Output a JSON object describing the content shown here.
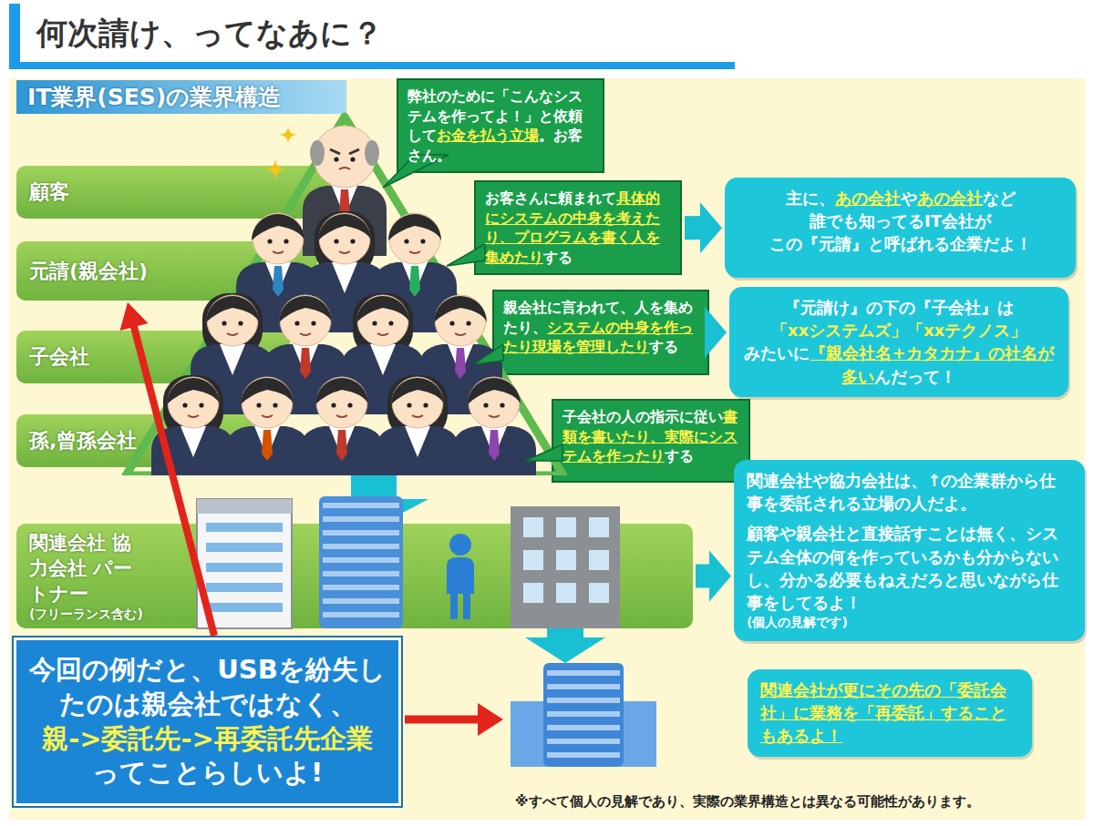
{
  "diagram": {
    "title": "何次請け、ってなあに？",
    "nodes": [
      {
        "text": [
          "IT業界(SES)の業界構造"
        ]
      },
      {
        "text": [
          "弊社のために「こんなシステムを作ってよ！」と依頼して",
          "お金を払う立場",
          "。お客さん。"
        ]
      },
      {
        "text": [
          "顧客"
        ]
      },
      {
        "text": [
          "お客さんに頼まれて",
          "具体的にシステムの中身を考えたり、プログラムを書く人を集めたり",
          "する"
        ]
      },
      {
        "text": [
          "主に、",
          "あの会社",
          "や",
          "あの会社",
          "など",
          "誰でも知ってるIT会社が",
          "この『元請』と呼ばれる企業だよ！"
        ]
      },
      {
        "text": [
          "元請(親会社)"
        ]
      },
      {
        "text": [
          "親会社に言われて、人を集めたり、",
          "システムの中身を作ったり現場を管理したり",
          "する"
        ]
      },
      {
        "text": [
          "『元請け』の下の『子会社』は",
          "「xxシステムズ」「xxテクノス」",
          "みたいに",
          "『親会社名+カタカナ』の社名が多い",
          "んだって！"
        ]
      },
      {
        "text": [
          "子会社"
        ]
      },
      {
        "text": [
          "孫,曾孫会社"
        ]
      },
      {
        "text": [
          "子会社の人の指示に従い",
          "書類を書いたり、実際にシステムを作ったり",
          "する"
        ]
      },
      {
        "text": [
          "関連会社 協力会社 パートナー",
          "(フリーランス含む)"
        ]
      },
      {
        "text": [
          "関連会社や協力会社は、↑の企業群から仕事を委託される立場の人だよ。",
          "顧客や親会社と直接話すことは無く、システム全体の何を作っているかも分からないし、分かる必要もねえだろと思いながら仕事をしてるよ！",
          "(個人の見解です)"
        ]
      },
      {
        "text": [
          "今回の例だと、USBを紛失したのは親会社ではなく、",
          "親->委託先->再委託先企業",
          "ってことらしいよ!"
        ]
      },
      {
        "text": [
          "関連会社が更にその先の「委託会社」に業務を「再委託」することもあるよ！"
        ]
      }
    ],
    "edges": [
      {
        "from": 3,
        "to": 4,
        "arrow": "to"
      },
      {
        "from": 6,
        "to": 7,
        "arrow": "to"
      },
      {
        "from": 11,
        "to": 12,
        "arrow": "to"
      },
      {
        "from": 13,
        "to": 5,
        "arrow": "to"
      }
    ],
    "labels": [
      "※すべて個人の見解であり、実際の業界構造とは異なる可能性があります。"
    ]
  }
}
